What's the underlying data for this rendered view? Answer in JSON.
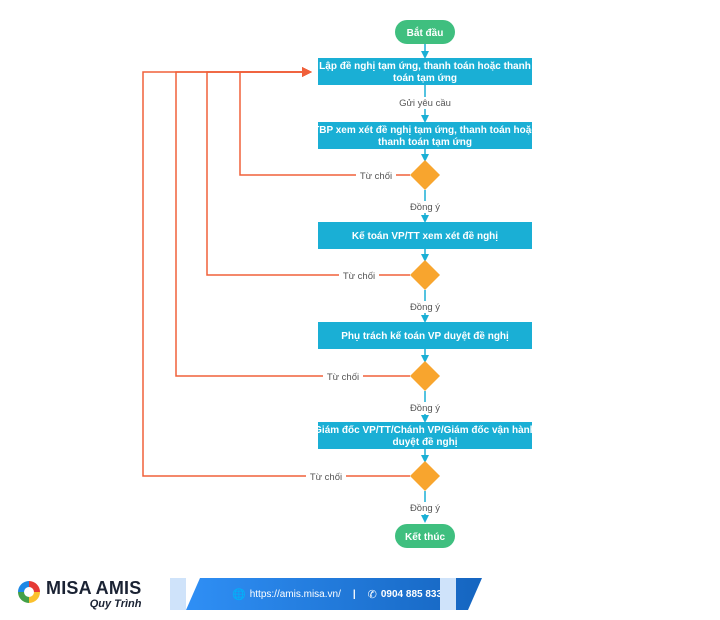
{
  "flowchart": {
    "nodes": [
      {
        "id": "start",
        "type": "terminal",
        "label": "Bắt đầu"
      },
      {
        "id": "s1",
        "type": "process",
        "lines": [
          "Lập đề nghị tạm ứng, thanh toán hoặc thanh",
          "toán tạm ứng"
        ]
      },
      {
        "id": "s2",
        "type": "process",
        "lines": [
          "TBP xem xét đề nghị tạm ứng, thanh toán hoặc",
          "thanh toán tạm ứng"
        ]
      },
      {
        "id": "d1",
        "type": "decision"
      },
      {
        "id": "s3",
        "type": "process",
        "lines": [
          "Kế toán VP/TT xem xét đề nghị"
        ]
      },
      {
        "id": "d2",
        "type": "decision"
      },
      {
        "id": "s4",
        "type": "process",
        "lines": [
          "Phụ trách kế toán VP duyệt đề nghị"
        ]
      },
      {
        "id": "d3",
        "type": "decision"
      },
      {
        "id": "s5",
        "type": "process",
        "lines": [
          "Giám đốc VP/TT/Chánh VP/Giám đốc vận hành",
          "duyệt đề nghị"
        ]
      },
      {
        "id": "d4",
        "type": "decision"
      },
      {
        "id": "end",
        "type": "terminal",
        "label": "Kết thúc"
      }
    ],
    "edges": [
      {
        "from": "start",
        "to": "s1"
      },
      {
        "from": "s1",
        "to": "s2",
        "label": "Gửi yêu cầu"
      },
      {
        "from": "s2",
        "to": "d1"
      },
      {
        "from": "d1",
        "to": "s3",
        "label": "Đồng ý"
      },
      {
        "from": "d1",
        "to": "s1",
        "label": "Từ chối"
      },
      {
        "from": "s3",
        "to": "d2"
      },
      {
        "from": "d2",
        "to": "s4",
        "label": "Đồng ý"
      },
      {
        "from": "d2",
        "to": "s1",
        "label": "Từ chối"
      },
      {
        "from": "s4",
        "to": "d3"
      },
      {
        "from": "d3",
        "to": "s5",
        "label": "Đồng ý"
      },
      {
        "from": "d3",
        "to": "s1",
        "label": "Từ chối"
      },
      {
        "from": "s5",
        "to": "d4"
      },
      {
        "from": "d4",
        "to": "end",
        "label": "Đồng ý"
      },
      {
        "from": "d4",
        "to": "s1",
        "label": "Từ chối"
      }
    ],
    "colors": {
      "terminal": "#3fbf7f",
      "process": "#1aafd5",
      "decision": "#f8a52e",
      "flow_line": "#1aafd5",
      "reject_line": "#f0603a"
    }
  },
  "footer": {
    "brand_name": "MISA AMIS",
    "brand_sub": "Quy Trình",
    "logo_icon": "misa-logo-icon",
    "website_icon": "globe-icon",
    "website": "https://amis.misa.vn/",
    "separator": "|",
    "phone_icon": "phone-icon",
    "phone": "0904 885 833",
    "banner_color": "#1e7ae0"
  }
}
